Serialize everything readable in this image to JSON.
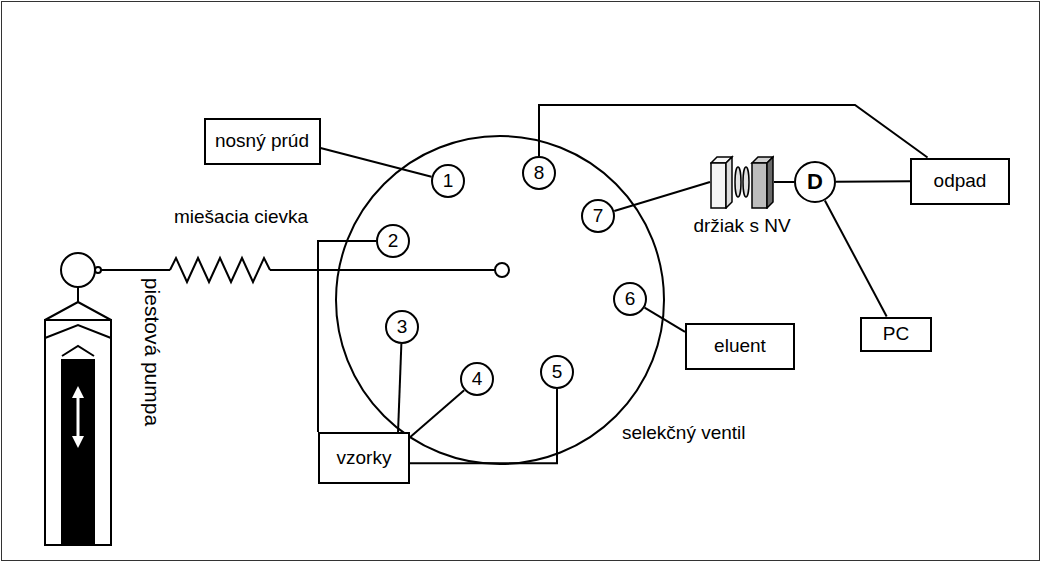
{
  "diagram": {
    "nodes": [
      {
        "text": [
          "nosný prúd"
        ]
      },
      {
        "text": [
          "selekčný ventil"
        ]
      },
      {
        "text": [
          "1"
        ],
        "in": 1
      },
      {
        "text": [
          "2"
        ],
        "in": 1
      },
      {
        "text": [
          "3"
        ],
        "in": 1
      },
      {
        "text": [
          "4"
        ],
        "in": 1
      },
      {
        "text": [
          "5"
        ],
        "in": 1
      },
      {
        "text": [
          "6"
        ],
        "in": 1
      },
      {
        "text": [
          "7"
        ],
        "in": 1
      },
      {
        "text": [
          "8"
        ],
        "in": 1
      },
      {
        "text": [
          "držiak s NV"
        ]
      },
      {
        "text": [
          "D"
        ]
      },
      {
        "text": [
          "odpad"
        ]
      },
      {
        "text": [
          "eluent"
        ]
      },
      {
        "text": [
          "PC"
        ]
      },
      {
        "text": [
          "vzorky"
        ]
      }
    ],
    "edges": [
      {
        "from": 0,
        "to": 2,
        "arrow": "none"
      },
      {
        "from": 9,
        "to": 12,
        "arrow": "none"
      },
      {
        "from": 8,
        "to": 10,
        "arrow": "none"
      },
      {
        "from": 10,
        "to": 11,
        "arrow": "none"
      },
      {
        "from": 11,
        "to": 12,
        "arrow": "none"
      },
      {
        "from": 11,
        "to": 14,
        "arrow": "none"
      },
      {
        "from": 13,
        "to": 7,
        "arrow": "none"
      },
      {
        "from": 15,
        "to": 3,
        "arrow": "none"
      },
      {
        "from": 15,
        "to": 4,
        "arrow": "none"
      },
      {
        "from": 15,
        "to": 5,
        "arrow": "none"
      },
      {
        "from": 15,
        "to": 6,
        "arrow": "none"
      }
    ],
    "labels": [
      "miešacia cievka",
      "piestová pumpa"
    ]
  }
}
